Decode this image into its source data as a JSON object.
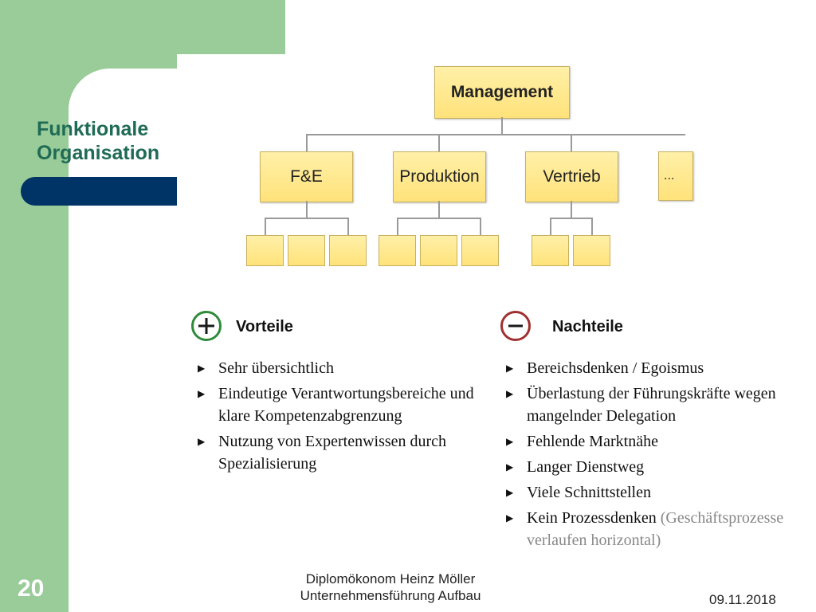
{
  "slide": {
    "title_line1": "Funktionale",
    "title_line2": "Organisation",
    "page_number": "20",
    "footer_line1": "Diplomökonom Heinz Möller",
    "footer_line2": "Unternehmensführung Aufbau",
    "date": "09.11.2018"
  },
  "org": {
    "top": "Management",
    "departments": [
      "F&E",
      "Produktion",
      "Vertrieb",
      "..."
    ]
  },
  "pros": {
    "title": "Vorteile",
    "icon": "plus-circle-icon",
    "items": [
      "Sehr übersichtlich",
      "Eindeutige Verantwortungsbereiche und klare Kompetenzabgrenzung",
      "Nutzung von Expertenwissen durch Spezialisierung"
    ]
  },
  "cons": {
    "title": "Nachteile",
    "icon": "minus-circle-icon",
    "items": [
      "Bereichsdenken / Egoismus",
      "Überlastung der Führungskräfte wegen mangelnder Delegation",
      "Fehlende Marktnähe",
      "Langer Dienstweg",
      "Viele Schnittstellen",
      "Kein Prozessdenken"
    ],
    "last_item_note": "(Geschäftsprozesse verlaufen horizontal)"
  },
  "colors": {
    "green_bg": "#99cc99",
    "navy": "#003366",
    "title": "#1f6b55",
    "box_fill": "#ffe27a",
    "plus": "#2e8b3a",
    "minus": "#a03030"
  }
}
